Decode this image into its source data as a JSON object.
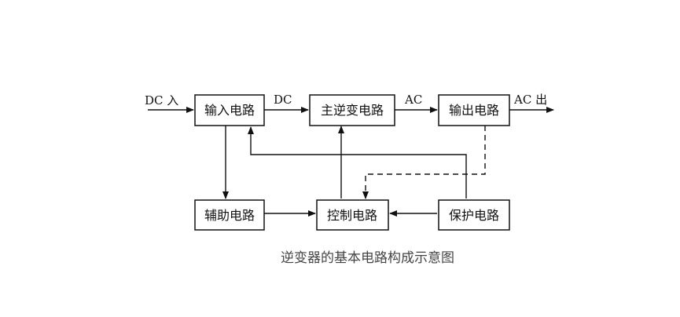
{
  "blocks": {
    "input": "输入电路",
    "inverter": "主逆变电路",
    "output": "输出电路",
    "auxiliary": "辅助电路",
    "control": "控制电路",
    "protection": "保护电路"
  },
  "signals": {
    "dc_in": "DC 入",
    "dc": "DC",
    "ac": "AC",
    "ac_out": "AC 出"
  },
  "caption": "逆变器的基本电路构成示意图"
}
